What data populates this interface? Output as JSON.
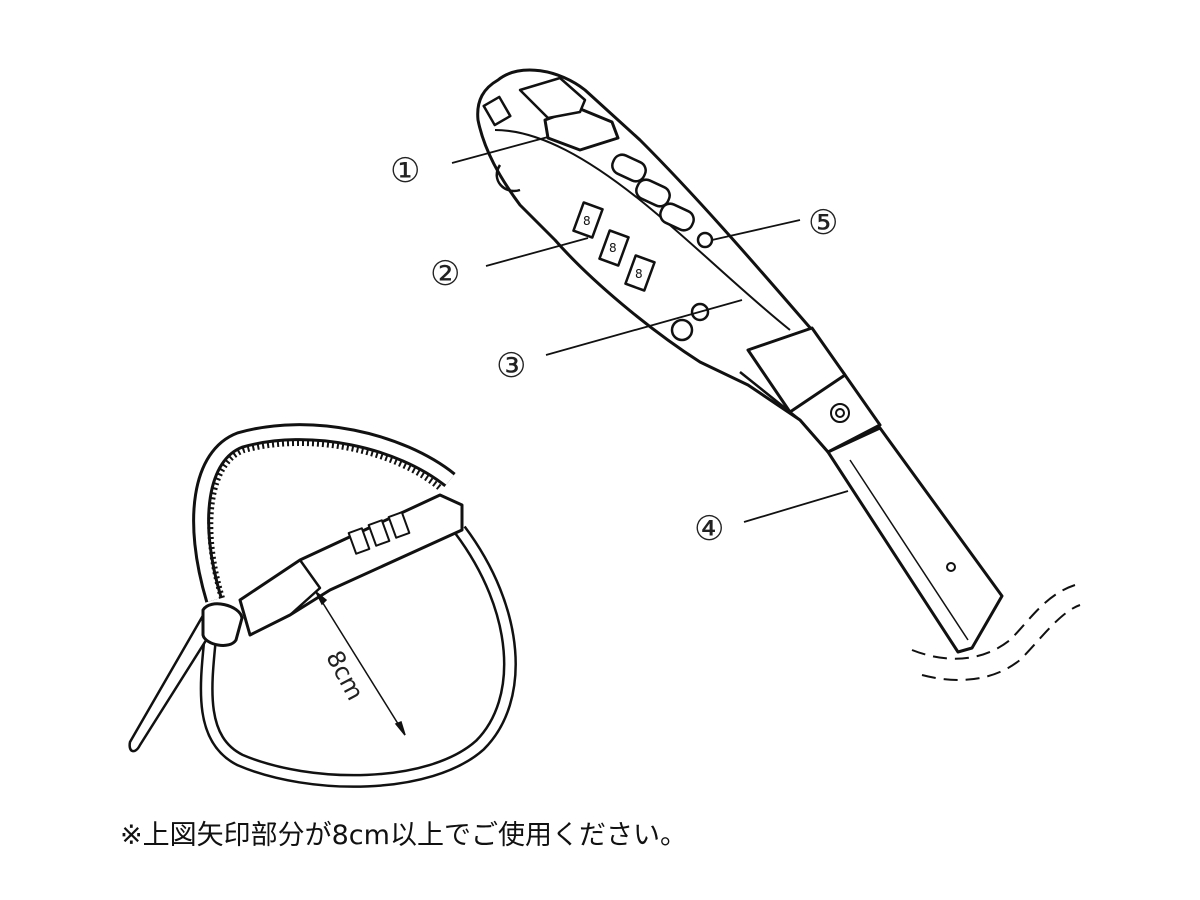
{
  "callouts": {
    "c1": "①",
    "c2": "②",
    "c3": "③",
    "c4": "④",
    "c5": "⑤"
  },
  "measurement_label": "8cm",
  "note": "※上図矢印部分が8cm以上でご使用ください。",
  "combination_digits": [
    "8",
    "8",
    "8"
  ]
}
